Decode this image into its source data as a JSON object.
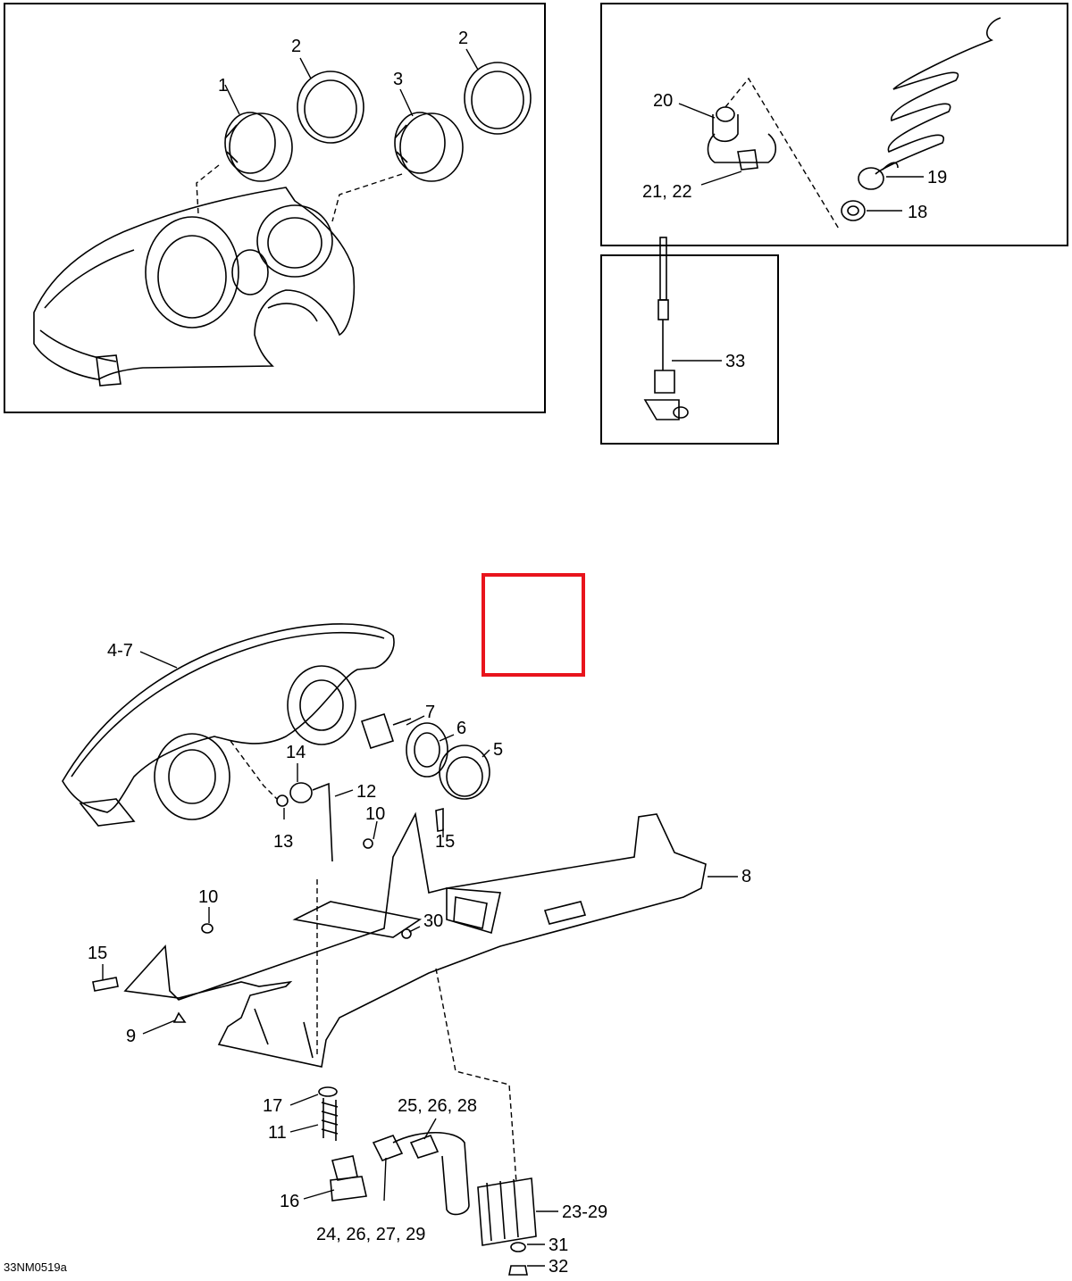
{
  "diagram_code": "33NM0519a",
  "highlight_color": "#e8141c",
  "callouts": {
    "c1": "1",
    "c2a": "2",
    "c2b": "2",
    "c3": "3",
    "c20": "20",
    "c21_22": "21, 22",
    "c19": "19",
    "c18": "18",
    "c33": "33",
    "c4_7": "4-7",
    "c7": "7",
    "c6": "6",
    "c5": "5",
    "c14": "14",
    "c12": "12",
    "c13": "13",
    "c10a": "10",
    "c15a": "15",
    "c8": "8",
    "c10b": "10",
    "c30": "30",
    "c15b": "15",
    "c9": "9",
    "c17": "17",
    "c11": "11",
    "c16": "16",
    "c25_26_28": "25, 26, 28",
    "c24_26_27_29": "24, 26, 27, 29",
    "c23_29": "23-29",
    "c31": "31",
    "c32": "32"
  }
}
